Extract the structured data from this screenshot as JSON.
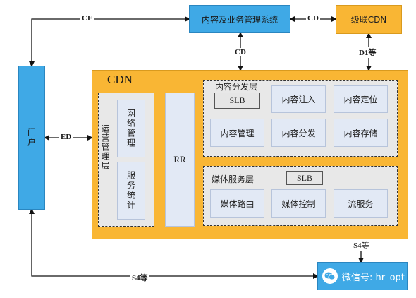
{
  "nodes": {
    "cms": "内容及业务管理系统",
    "cascade_cdn": "级联CDN",
    "portal": "门户",
    "cdn_title": "CDN",
    "ops_layer": "运营管理层",
    "network_mgmt": "网络管理",
    "service_stats": "服务统计",
    "rr": "RR",
    "content_layer": {
      "title": "内容分发层",
      "slb": "SLB",
      "items": [
        "内容注入",
        "内容定位",
        "内容管理",
        "内容分发",
        "内容存储"
      ]
    },
    "media_layer": {
      "title": "媒体服务层",
      "slb": "SLB",
      "items": [
        "媒体路由",
        "媒体控制",
        "流服务"
      ]
    },
    "wechat": "微信号: hr_opt"
  },
  "edges": {
    "ce": "CE",
    "cd_top": "CD",
    "cd_mid": "CD",
    "d1": "D1等",
    "ed": "ED",
    "s4_right": "S4等",
    "s4_bottom": "S4等"
  },
  "colors": {
    "blue": "#3fa9e6",
    "gold": "#f9b634",
    "cell": "#e2e9f5",
    "layer_bg": "#e8e8e8"
  }
}
